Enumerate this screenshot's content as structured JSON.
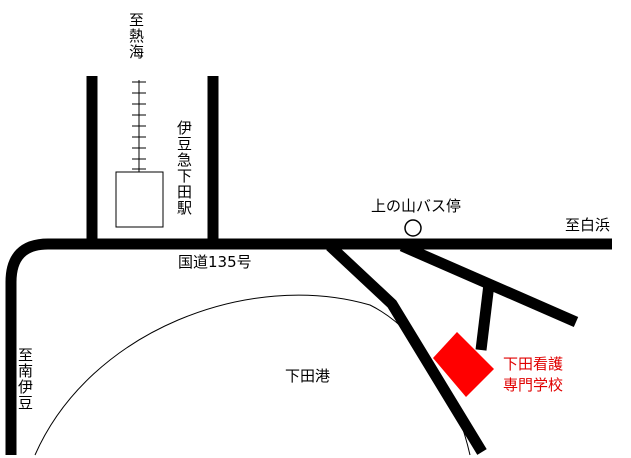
{
  "labels": {
    "to_atami": "至熱海",
    "izukyu_shimoda_station": "伊豆急下田駅",
    "route_135": "国道135号",
    "kaminoyama_bus_stop": "上の山バス停",
    "to_shirahama": "至白浜",
    "to_minami_izu": "至南伊豆",
    "shimoda_port": "下田港",
    "school_name_line1": "下田看護",
    "school_name_line2": "専門学校"
  },
  "colors": {
    "road": "#000000",
    "school_marker": "#ff0000",
    "school_label": "#e00000",
    "background": "#ffffff"
  },
  "icons": {
    "bus_stop": "circle-icon",
    "station": "rectangle-icon",
    "railway": "railroad-track-icon",
    "school": "red-square-icon"
  }
}
